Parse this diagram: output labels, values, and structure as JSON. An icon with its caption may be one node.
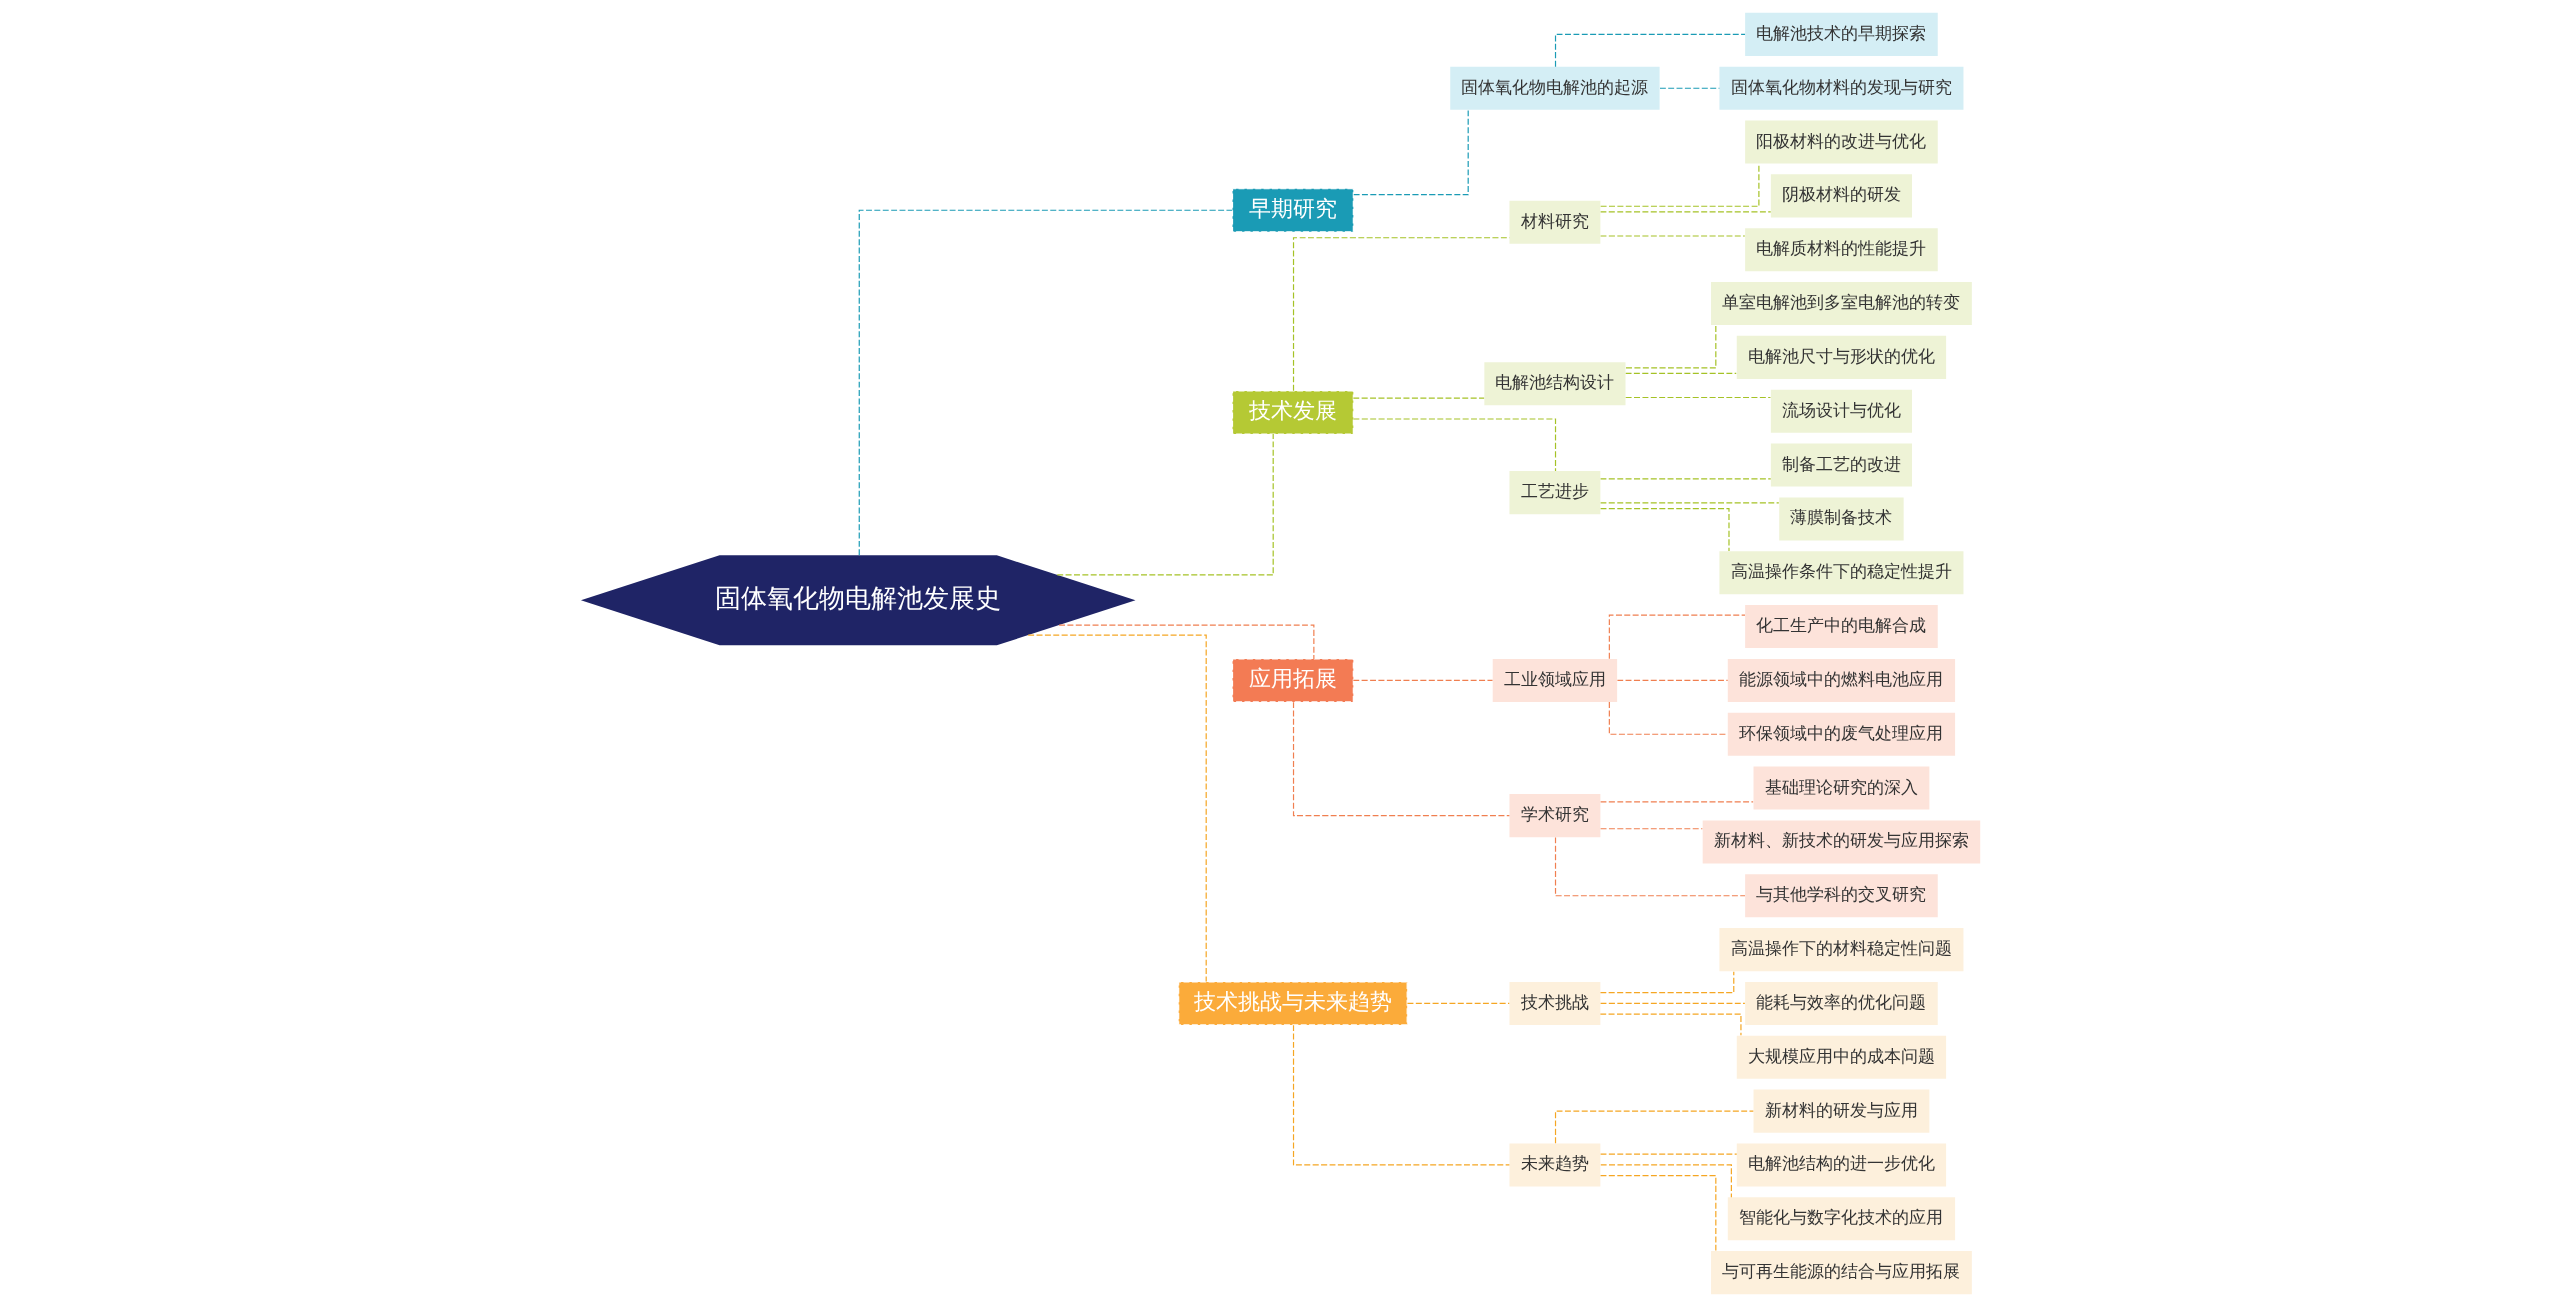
{
  "diagram": {
    "nodes": [
      {
        "text": [
          "固体氧化物电解池发展史"
        ]
      },
      {
        "text": [
          "早期研究"
        ]
      },
      {
        "text": [
          "固体氧化物电解池的起源"
        ]
      },
      {
        "text": [
          "电解池技术的早期探索"
        ]
      },
      {
        "text": [
          "固体氧化物材料的发现与研究"
        ]
      },
      {
        "text": [
          "技术发展"
        ]
      },
      {
        "text": [
          "材料研究"
        ]
      },
      {
        "text": [
          "阳极材料的改进与优化"
        ]
      },
      {
        "text": [
          "阴极材料的研发"
        ]
      },
      {
        "text": [
          "电解质材料的性能提升"
        ]
      },
      {
        "text": [
          "电解池结构设计"
        ]
      },
      {
        "text": [
          "单室电解池到多室电解池的转变"
        ]
      },
      {
        "text": [
          "电解池尺寸与形状的优化"
        ]
      },
      {
        "text": [
          "流场设计与优化"
        ]
      },
      {
        "text": [
          "工艺进步"
        ]
      },
      {
        "text": [
          "制备工艺的改进"
        ]
      },
      {
        "text": [
          "薄膜制备技术"
        ]
      },
      {
        "text": [
          "高温操作条件下的稳定性提升"
        ]
      },
      {
        "text": [
          "应用拓展"
        ]
      },
      {
        "text": [
          "工业领域应用"
        ]
      },
      {
        "text": [
          "化工生产中的电解合成"
        ]
      },
      {
        "text": [
          "能源领域中的燃料电池应用"
        ]
      },
      {
        "text": [
          "环保领域中的废气处理应用"
        ]
      },
      {
        "text": [
          "学术研究"
        ]
      },
      {
        "text": [
          "基础理论研究的深入"
        ]
      },
      {
        "text": [
          "新材料、新技术的研发与应用探索"
        ]
      },
      {
        "text": [
          "与其他学科的交叉研究"
        ]
      },
      {
        "text": [
          "技术挑战与未来趋势"
        ]
      },
      {
        "text": [
          "技术挑战"
        ]
      },
      {
        "text": [
          "高温操作下的材料稳定性问题"
        ]
      },
      {
        "text": [
          "能耗与效率的优化问题"
        ]
      },
      {
        "text": [
          "大规模应用中的成本问题"
        ]
      },
      {
        "text": [
          "未来趋势"
        ]
      },
      {
        "text": [
          "新材料的研发与应用"
        ]
      },
      {
        "text": [
          "电解池结构的进一步优化"
        ]
      },
      {
        "text": [
          "智能化与数字化技术的应用"
        ]
      },
      {
        "text": [
          "与可再生能源的结合与应用拓展"
        ]
      }
    ],
    "edges": [
      {
        "from": 0,
        "to": 1,
        "arrow": "none",
        "style": "dashed",
        "color": "#1a9bb5"
      },
      {
        "from": 1,
        "to": 2,
        "arrow": "none",
        "style": "dashed",
        "color": "#1a9bb5"
      },
      {
        "from": 2,
        "to": 3,
        "arrow": "none",
        "style": "dashed",
        "color": "#1a9bb5"
      },
      {
        "from": 2,
        "to": 4,
        "arrow": "none",
        "style": "dashed",
        "color": "#1a9bb5"
      },
      {
        "from": 0,
        "to": 5,
        "arrow": "none",
        "style": "dashed",
        "color": "#a5c226"
      },
      {
        "from": 5,
        "to": 6,
        "arrow": "none",
        "style": "dashed",
        "color": "#a5c226"
      },
      {
        "from": 6,
        "to": 7,
        "arrow": "none",
        "style": "dashed",
        "color": "#a5c226"
      },
      {
        "from": 6,
        "to": 8,
        "arrow": "none",
        "style": "dashed",
        "color": "#a5c226"
      },
      {
        "from": 6,
        "to": 9,
        "arrow": "none",
        "style": "dashed",
        "color": "#a5c226"
      },
      {
        "from": 5,
        "to": 10,
        "arrow": "none",
        "style": "dashed",
        "color": "#a5c226"
      },
      {
        "from": 10,
        "to": 11,
        "arrow": "none",
        "style": "dashed",
        "color": "#a5c226"
      },
      {
        "from": 10,
        "to": 12,
        "arrow": "none",
        "style": "dashed",
        "color": "#a5c226"
      },
      {
        "from": 10,
        "to": 13,
        "arrow": "none",
        "style": "dashed",
        "color": "#a5c226"
      },
      {
        "from": 5,
        "to": 14,
        "arrow": "none",
        "style": "dashed",
        "color": "#a5c226"
      },
      {
        "from": 14,
        "to": 15,
        "arrow": "none",
        "style": "dashed",
        "color": "#a5c226"
      },
      {
        "from": 14,
        "to": 16,
        "arrow": "none",
        "style": "dashed",
        "color": "#a5c226"
      },
      {
        "from": 14,
        "to": 17,
        "arrow": "none",
        "style": "dashed",
        "color": "#a5c226"
      },
      {
        "from": 0,
        "to": 18,
        "arrow": "none",
        "style": "dashed",
        "color": "#f07f50"
      },
      {
        "from": 18,
        "to": 19,
        "arrow": "none",
        "style": "dashed",
        "color": "#f07f50"
      },
      {
        "from": 19,
        "to": 20,
        "arrow": "none",
        "style": "dashed",
        "color": "#f07f50"
      },
      {
        "from": 19,
        "to": 21,
        "arrow": "none",
        "style": "dashed",
        "color": "#f07f50"
      },
      {
        "from": 19,
        "to": 22,
        "arrow": "none",
        "style": "dashed",
        "color": "#f07f50"
      },
      {
        "from": 18,
        "to": 23,
        "arrow": "none",
        "style": "dashed",
        "color": "#f07f50"
      },
      {
        "from": 23,
        "to": 24,
        "arrow": "none",
        "style": "dashed",
        "color": "#f07f50"
      },
      {
        "from": 23,
        "to": 25,
        "arrow": "none",
        "style": "dashed",
        "color": "#f07f50"
      },
      {
        "from": 23,
        "to": 26,
        "arrow": "none",
        "style": "dashed",
        "color": "#f07f50"
      },
      {
        "from": 0,
        "to": 27,
        "arrow": "none",
        "style": "dashed",
        "color": "#f5a623"
      },
      {
        "from": 27,
        "to": 28,
        "arrow": "none",
        "style": "dashed",
        "color": "#f5a623"
      },
      {
        "from": 28,
        "to": 29,
        "arrow": "none",
        "style": "dashed",
        "color": "#f5a623"
      },
      {
        "from": 28,
        "to": 30,
        "arrow": "none",
        "style": "dashed",
        "color": "#f5a623"
      },
      {
        "from": 28,
        "to": 31,
        "arrow": "none",
        "style": "dashed",
        "color": "#f5a623"
      },
      {
        "from": 27,
        "to": 32,
        "arrow": "none",
        "style": "dashed",
        "color": "#f5a623"
      },
      {
        "from": 32,
        "to": 33,
        "arrow": "none",
        "style": "dashed",
        "color": "#f5a623"
      },
      {
        "from": 32,
        "to": 34,
        "arrow": "none",
        "style": "dashed",
        "color": "#f5a623"
      },
      {
        "from": 32,
        "to": 35,
        "arrow": "none",
        "style": "dashed",
        "color": "#f5a623"
      },
      {
        "from": 32,
        "to": 36,
        "arrow": "none",
        "style": "dashed",
        "color": "#f5a623"
      }
    ]
  }
}
